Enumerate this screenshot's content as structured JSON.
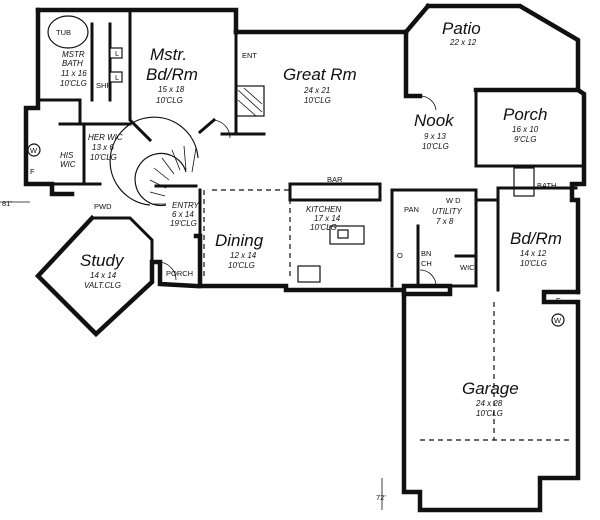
{
  "rooms": {
    "master_bedroom": {
      "name_line1": "Mstr.",
      "name_line2": "Bd/Rm",
      "size": "15 x 18",
      "ceiling": "10'CLG"
    },
    "great_room": {
      "name": "Great Rm",
      "size": "24 x 21",
      "ceiling": "10'CLG"
    },
    "patio": {
      "name": "Patio",
      "size": "22 x 12"
    },
    "nook": {
      "name": "Nook",
      "size": "9 x 13",
      "ceiling": "10'CLG"
    },
    "porch": {
      "name": "Porch",
      "size": "16 x 10",
      "ceiling": "9'CLG"
    },
    "master_bath": {
      "name_line1": "MSTR",
      "name_line2": "BATH",
      "size": "11 x 16",
      "ceiling": "10'CLG"
    },
    "her_wic": {
      "name": "HER WIC",
      "size": "13 x 6",
      "ceiling": "10'CLG"
    },
    "his_wic": {
      "name_line1": "HIS",
      "name_line2": "WIC"
    },
    "entry": {
      "name": "ENTRY",
      "size": "6 x 14",
      "ceiling": "19'CLG"
    },
    "kitchen": {
      "name": "KITCHEN",
      "size": "17 x 14",
      "ceiling": "10'CLG"
    },
    "dining": {
      "name": "Dining",
      "size": "12 x 14",
      "ceiling": "10'CLG"
    },
    "study": {
      "name": "Study",
      "size": "14 x 14",
      "ceiling": "VALT.CLG"
    },
    "bedroom": {
      "name": "Bd/Rm",
      "size": "14 x 12",
      "ceiling": "10'CLG"
    },
    "utility": {
      "name": "UTILITY",
      "size": "7 x 8"
    },
    "garage": {
      "name": "Garage",
      "size": "24 x 28",
      "ceiling": "10'CLG"
    }
  },
  "labels": {
    "tub": "TUB",
    "shr": "SHR",
    "l1": "L",
    "l2": "L",
    "ent": "ENT",
    "bar": "BAR",
    "pan": "PAN",
    "bath": "BATH",
    "wic": "WIC",
    "bnch_1": "BN",
    "bnch_2": "CH",
    "o": "O",
    "w_d": "W  D",
    "pwd": "PWD",
    "porch_small": "PORCH",
    "w_left": "W",
    "f_left": "F",
    "w_right": "W",
    "f_right": "F",
    "dim_left": "81'",
    "dim_bottom": "72'"
  }
}
